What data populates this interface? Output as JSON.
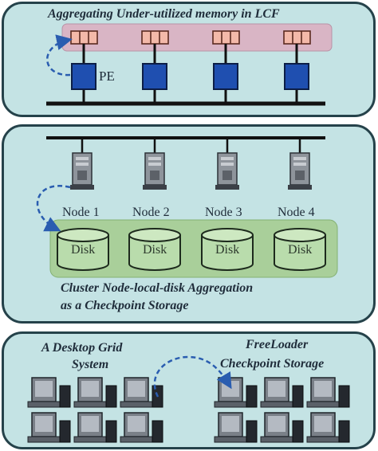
{
  "panel1": {
    "title": "Aggregating Under-utilized memory in LCF",
    "pe_label": "PE"
  },
  "panel2": {
    "nodes": [
      "Node 1",
      "Node 2",
      "Node 3",
      "Node 4"
    ],
    "disk_label": "Disk",
    "caption_line1": "Cluster Node-local-disk Aggregation",
    "caption_line2": "as a Checkpoint Storage"
  },
  "panel3": {
    "grid_line1": "A Desktop Grid",
    "grid_line2": "System",
    "freeloader_line1": "FreeLoader",
    "freeloader_line2": "Checkpoint Storage"
  },
  "colors": {
    "panel_bg": "#c4e3e4",
    "memory_band": "#d9b5c5",
    "pe_blue": "#1f4fb0",
    "disk_band": "#a9cf9a",
    "arrow_blue": "#2a5db0"
  }
}
